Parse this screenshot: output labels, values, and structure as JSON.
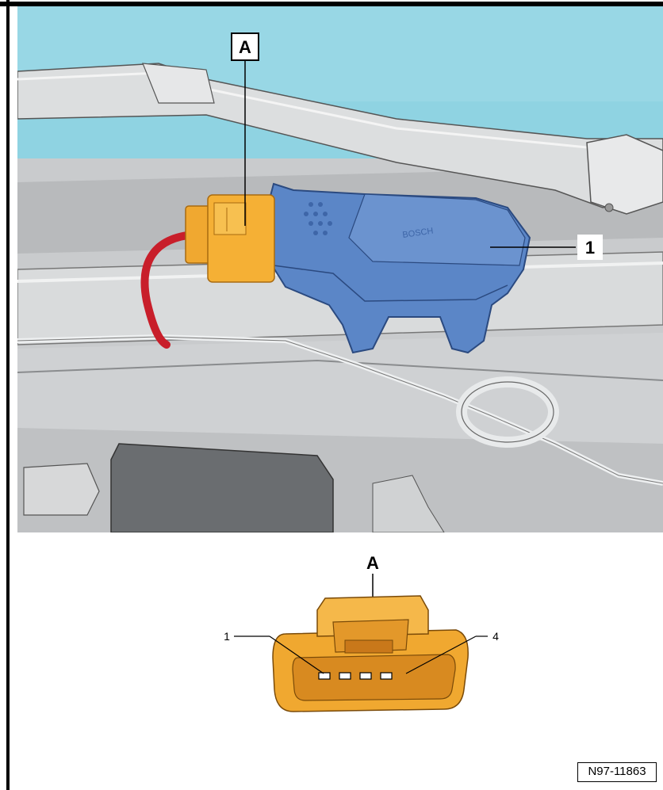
{
  "figure": {
    "labels": {
      "callout_a_top": "A",
      "callout_1": "1",
      "callout_a_bottom": "A",
      "pin_left": "1",
      "pin_right": "4",
      "brand": "BOSCH"
    },
    "figure_id": "N97-11863"
  },
  "colors": {
    "sky": "#8fd3e2",
    "motor_blue": "#5b86c7",
    "connector_orange": "#f0a830",
    "metal_grey": "#d4d6d8",
    "dark_grey": "#6a6d70",
    "wire_red": "#c81e2a"
  }
}
